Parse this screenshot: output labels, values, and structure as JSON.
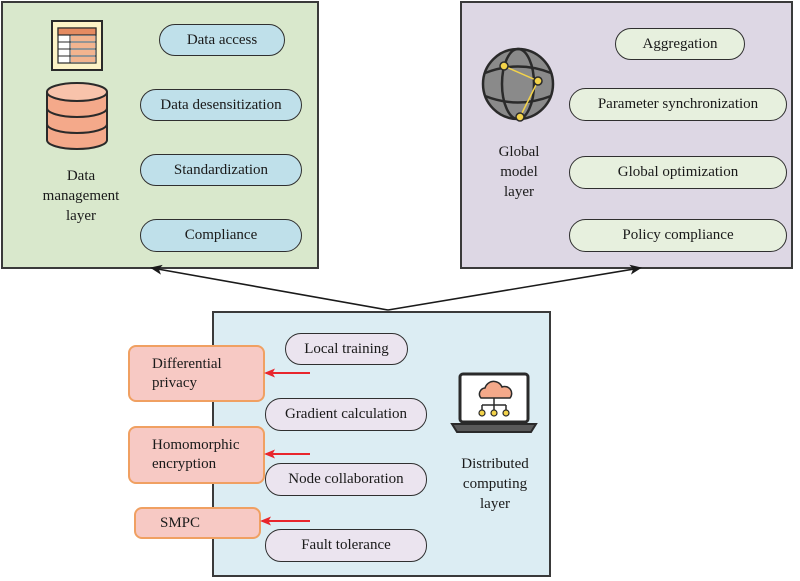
{
  "data_management_layer": {
    "label_lines": [
      "Data",
      "management",
      "layer"
    ],
    "items": [
      "Data access",
      "Data desensitization",
      "Standardization",
      "Compliance"
    ],
    "icons": [
      "spreadsheet-icon",
      "database-icon"
    ]
  },
  "global_model_layer": {
    "label_lines": [
      "Global",
      "model",
      "layer"
    ],
    "items": [
      "Aggregation",
      "Parameter synchronization",
      "Global optimization",
      "Policy compliance"
    ],
    "icons": [
      "globe-network-icon"
    ]
  },
  "distributed_computing_layer": {
    "label_lines": [
      "Distributed",
      "computing",
      "layer"
    ],
    "items": [
      "Local training",
      "Gradient calculation",
      "Node collaboration",
      "Fault tolerance"
    ],
    "icons": [
      "laptop-cloud-icon"
    ]
  },
  "privacy_techniques": [
    {
      "lines": [
        "Differential",
        "privacy"
      ]
    },
    {
      "lines": [
        "Homomorphic",
        "encryption"
      ]
    },
    {
      "lines": [
        "SMPC"
      ]
    }
  ],
  "colors": {
    "data_panel": "#d9e8cc",
    "global_panel": "#ddd7e4",
    "distributed_panel": "#dcedf3",
    "privacy_fill": "#f7c9c4",
    "privacy_border": "#f0a062",
    "privacy_arrow": "#e8262c"
  }
}
